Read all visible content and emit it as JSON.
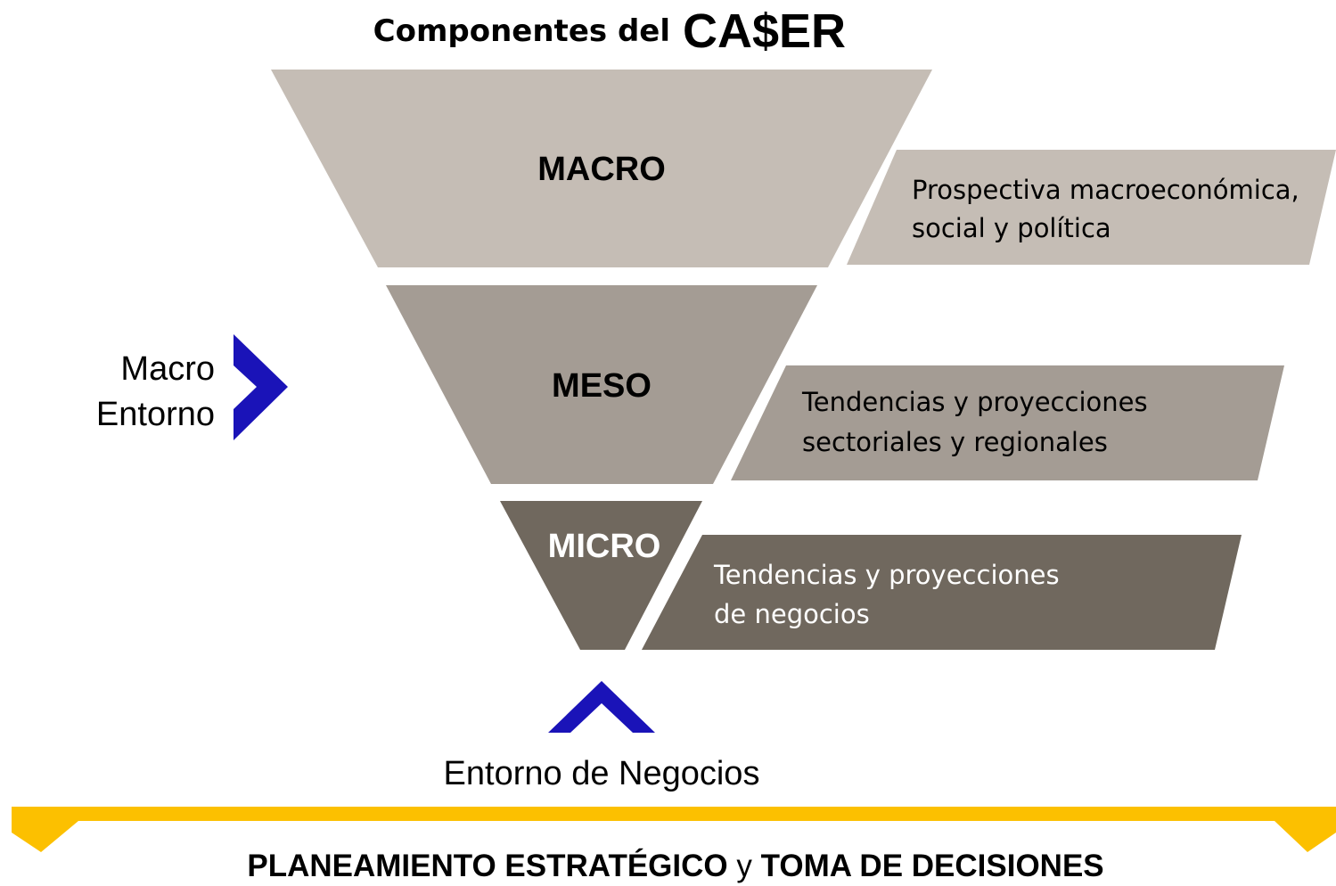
{
  "title": {
    "text": "Componentes del",
    "logo": "CA$ER"
  },
  "levels": [
    {
      "label": "MACRO",
      "description_lines": [
        "Prospectiva macroeconómica,",
        "social y política"
      ],
      "fill_color": "#c5bdb5",
      "text_color": "#000000",
      "desc_text_color": "#000000"
    },
    {
      "label": "MESO",
      "description_lines": [
        "Tendencias y proyecciones",
        "sectoriales y regionales"
      ],
      "fill_color": "#a49c94",
      "text_color": "#000000",
      "desc_text_color": "#000000"
    },
    {
      "label": "MICRO",
      "description_lines": [
        "Tendencias y proyecciones",
        "de negocios"
      ],
      "fill_color": "#70685e",
      "text_color": "#ffffff",
      "desc_text_color": "#ffffff"
    }
  ],
  "side_label": {
    "lines": [
      "Macro",
      "Entorno"
    ]
  },
  "bottom_label": {
    "text": "Entorno de Negocios"
  },
  "footer": {
    "part1": "PLANEAMIENTO ESTRATÉGICO",
    "connector": " y ",
    "part2": "TOMA DE DECISIONES"
  },
  "colors": {
    "arrow_blue": "#1a13b8",
    "footer_bar": "#fcc000"
  },
  "icons": {
    "side_arrow": "chevron-right-icon",
    "bottom_arrow": "chevron-up-icon"
  }
}
